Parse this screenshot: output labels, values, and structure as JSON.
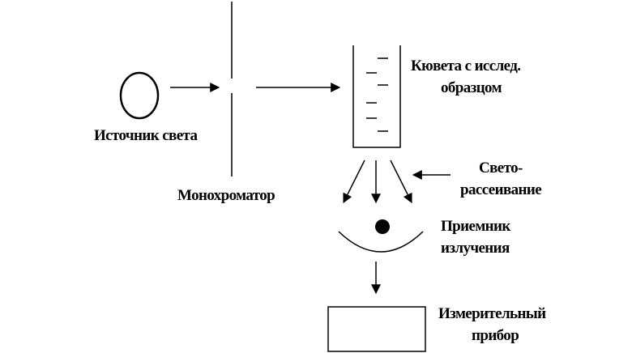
{
  "labels": {
    "light_source": "Источник света",
    "monochromator": "Монохроматор",
    "cuvette": [
      "Кювета с исслед.",
      "образцом"
    ],
    "light_scattering": [
      "Свето-",
      "рассеивание"
    ],
    "detector": [
      "Приемник",
      "излучения"
    ],
    "meter": [
      "Измерительный",
      "прибор"
    ]
  },
  "colors": {
    "stroke": "#000000",
    "background": "#ffffff",
    "text": "#000000"
  }
}
